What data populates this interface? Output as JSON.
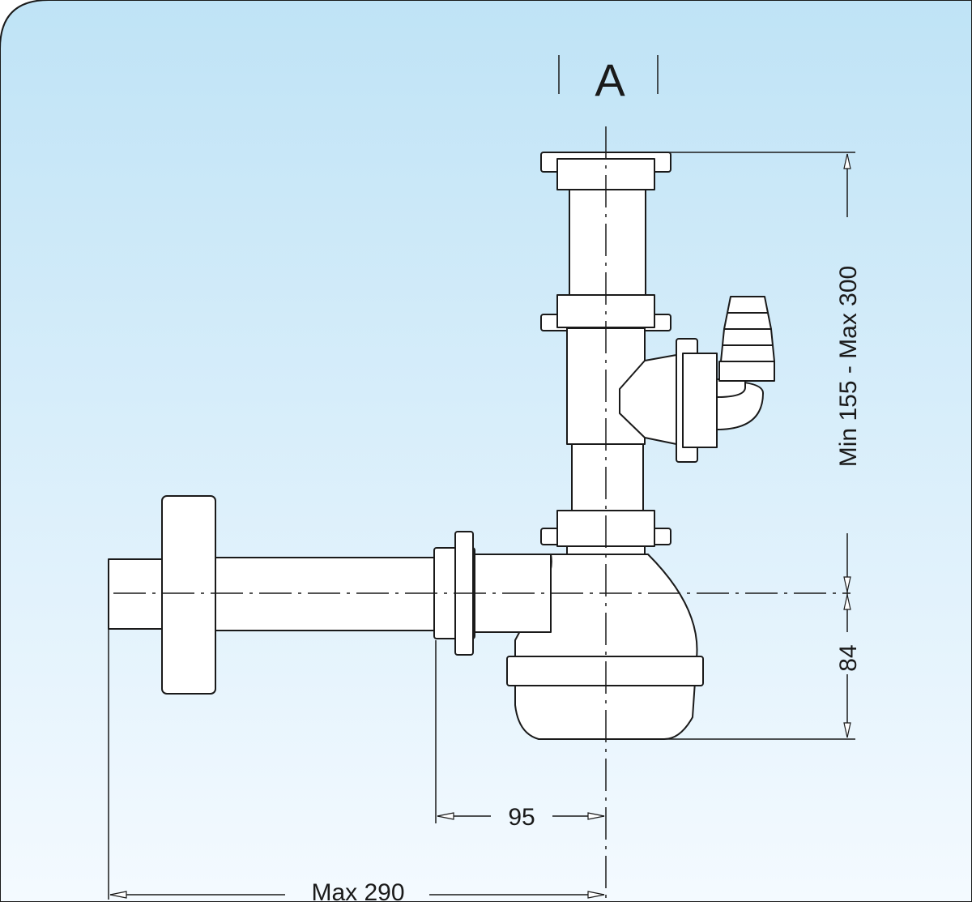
{
  "diagram": {
    "section_label": "A",
    "dimensions": {
      "height_range": "Min 155 - Max 300",
      "trap_height": "84",
      "inlet_offset": "95",
      "max_length": "Max 290"
    }
  },
  "colors": {
    "background_top": "#bfe3f6",
    "background_bottom": "#f4faff",
    "line": "#1a1a1a",
    "part_fill": "#ffffff"
  }
}
